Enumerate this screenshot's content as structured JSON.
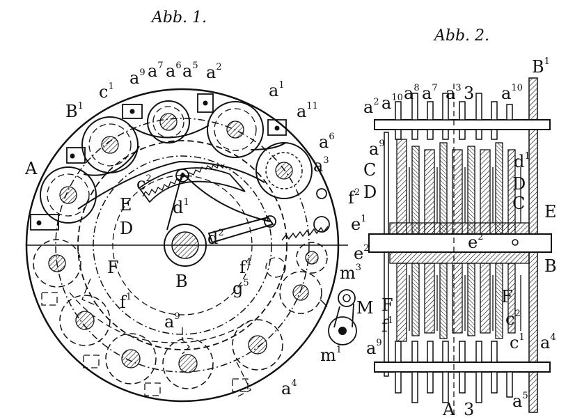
{
  "figures": {
    "fig1": {
      "caption": "Abb. 1."
    },
    "fig2": {
      "caption": "Abb. 2."
    }
  },
  "labels": {
    "A": "A",
    "B1": "B",
    "B1_sup": "1",
    "B": "B",
    "C1": "c",
    "C1_sup": "1",
    "C2": "c",
    "C2_sup": "2",
    "D": "D",
    "E": "E",
    "F": "F",
    "d1": "d",
    "d1_sup": "1",
    "d2": "d",
    "d2_sup": "2",
    "f1": "f",
    "f1_sup": "1",
    "f4": "f",
    "f4_sup": "4",
    "g5": "g",
    "g5_sup": "5",
    "a1": "a",
    "a1_sup": "1",
    "a2": "a",
    "a2_sup": "2",
    "a3": "a",
    "a3_sup": "3",
    "a4": "a",
    "a4_sup": "4",
    "a5": "a",
    "a5_sup": "5",
    "a6": "a",
    "a6_sup": "6",
    "a7": "a",
    "a7_sup": "7",
    "a9": "a",
    "a9_sup": "9",
    "a11": "a",
    "a11_sup": "11",
    "a6b": "a",
    "a6b_sup": "6",
    "a9b": "a",
    "a9b_sup": "9",
    "m3": "m",
    "m3_sup": "3",
    "M": "M",
    "m1": "m",
    "m1_sup": "1",
    "r_a2": "a",
    "r_a2_sup": "2",
    "r_a10": "a",
    "r_a10_sup": "10",
    "r_a8": "a",
    "r_a8_sup": "8",
    "r_a7": "a",
    "r_a7_sup": "7",
    "r_a3": "a",
    "r_a3_sup": "3",
    "r_3top": "3",
    "r_a10b": "a",
    "r_a10b_sup": "10",
    "r_B1": "B",
    "r_B1_sup": "1",
    "r_a9": "a",
    "r_a9_sup": "9",
    "r_C": "C",
    "r_d1": "d",
    "r_d1_sup": "1",
    "r_D": "D",
    "r_D2": "D",
    "r_f2": "f",
    "r_f2_sup": "2",
    "r_C2": "C",
    "r_E": "E",
    "r_e1": "e",
    "r_e1_sup": "1",
    "r_e2": "e",
    "r_e2_sup": "2",
    "r_e2b": "e",
    "r_e2b_sup": "2",
    "r_B": "B",
    "r_F": "F",
    "r_F2": "F",
    "r_f1": "f",
    "r_f1_sup": "1",
    "r_c2": "c",
    "r_c2_sup": "2",
    "r_a9b": "a",
    "r_a9b_sup": "9",
    "r_c1": "c",
    "r_c1_sup": "1",
    "r_a4": "a",
    "r_a4_sup": "4",
    "r_A": "A",
    "r_3bot": "3",
    "r_a5": "a",
    "r_a5_sup": "5"
  }
}
